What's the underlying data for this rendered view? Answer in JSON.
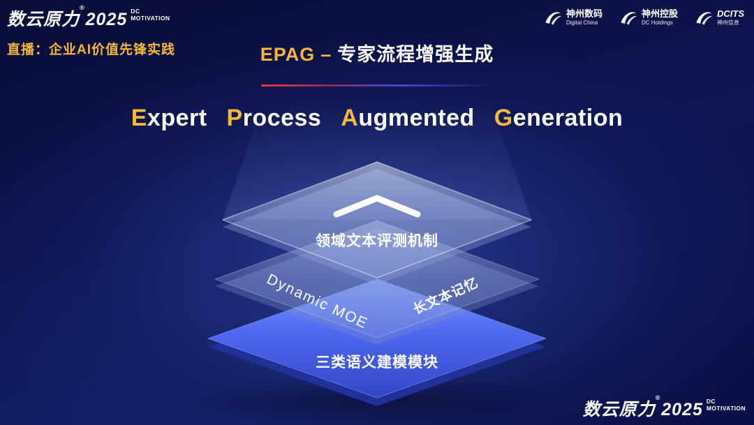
{
  "header": {
    "brand": {
      "logo_text": "数云原力",
      "reg_mark": "®",
      "year": "2025",
      "sub1": "DC",
      "sub2": "MOTIVATION"
    },
    "live_label": "直播：企业AI价值先锋实践",
    "title": {
      "en": "EPAG",
      "sep": "–",
      "zh": "专家流程增强生成"
    },
    "partners": [
      {
        "line1": "神州数码",
        "line2": "Digital China"
      },
      {
        "line1": "神州控股",
        "line2": "DC Holdings"
      },
      {
        "line1": "DCITS",
        "line2": "神州信息"
      }
    ]
  },
  "main_heading": {
    "words": [
      {
        "initial": "E",
        "rest": "xpert"
      },
      {
        "initial": "P",
        "rest": "rocess"
      },
      {
        "initial": "A",
        "rest": "ugmented"
      },
      {
        "initial": "G",
        "rest": "eneration"
      }
    ]
  },
  "diagram": {
    "top_label": "领域文本评测机制",
    "middle_label_left": "Dynamic MOE",
    "middle_label_right": "长文本记忆",
    "bottom_label": "三类语义建模模块"
  },
  "footer": {
    "brand": {
      "logo_text": "数云原力",
      "reg_mark": "®",
      "year": "2025",
      "sub1": "DC",
      "sub2": "MOTIVATION"
    }
  },
  "colors": {
    "accent_gold": "#f5b83d",
    "background_deep": "#0a0d38",
    "layer_blue": "#4a63ee",
    "divider_red": "#e23a3a"
  }
}
